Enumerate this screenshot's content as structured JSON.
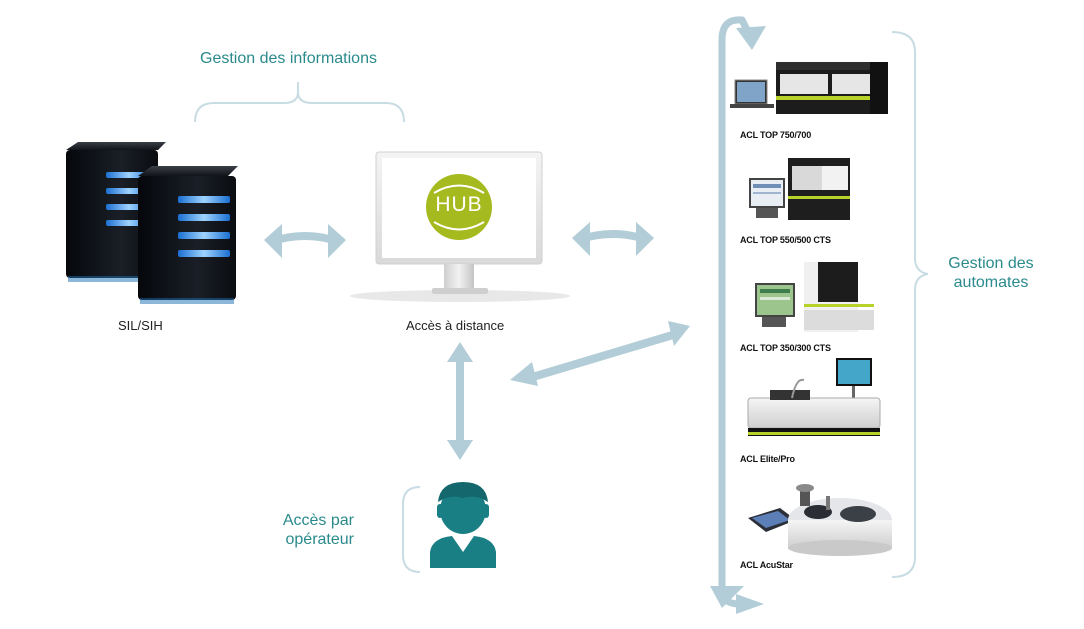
{
  "labels": {
    "gestion_informations": "Gestion des informations",
    "sil_sih": "SIL/SIH",
    "acces_distance": "Accès à distance",
    "acces_operateur_l1": "Accès par",
    "acces_operateur_l2": "opérateur",
    "gestion_automates_l1": "Gestion des",
    "gestion_automates_l2": "automates"
  },
  "hub_logo": "HUB",
  "devices": [
    "ACL TOP 750/700",
    "ACL TOP 550/500 CTS",
    "ACL TOP 350/300 CTS",
    "ACL Elite/Pro",
    "ACL AcuStar"
  ],
  "colors": {
    "arrow": "#b2cdd8",
    "bracket": "#c8dce3",
    "teal_text": "#2a8a8c",
    "person": "#1a7f85",
    "hub_green": "#a5ba1e"
  },
  "icons": [
    "server-icon",
    "monitor-icon",
    "person-icon",
    "analyzer-icon"
  ]
}
